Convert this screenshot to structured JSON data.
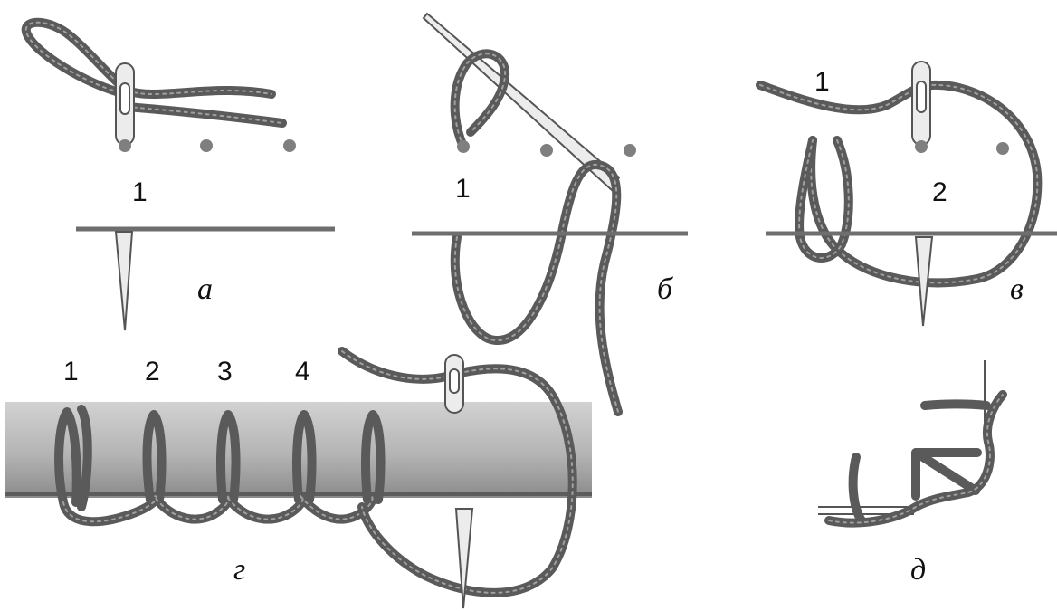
{
  "panels": {
    "a": {
      "letter": "а",
      "step": "1"
    },
    "b": {
      "letter": "б",
      "step": "1"
    },
    "v": {
      "letter": "в",
      "step_1": "1",
      "step_2": "2"
    },
    "g": {
      "letter": "г",
      "steps": [
        "1",
        "2",
        "3",
        "4"
      ]
    },
    "d": {
      "letter": "д"
    }
  },
  "colors": {
    "thread": "#5a5a5a",
    "thread_highlight": "#9a9a9a",
    "fabric_line": "#6e6e6e",
    "marker_dot": "#7f7f7f",
    "needle_fill": "#e6e6e6",
    "band_top": "#d2d2d2",
    "band_bottom": "#8a8a8a"
  },
  "icons": [
    "needle-icon",
    "thread-icon",
    "stitch-dot-icon"
  ]
}
